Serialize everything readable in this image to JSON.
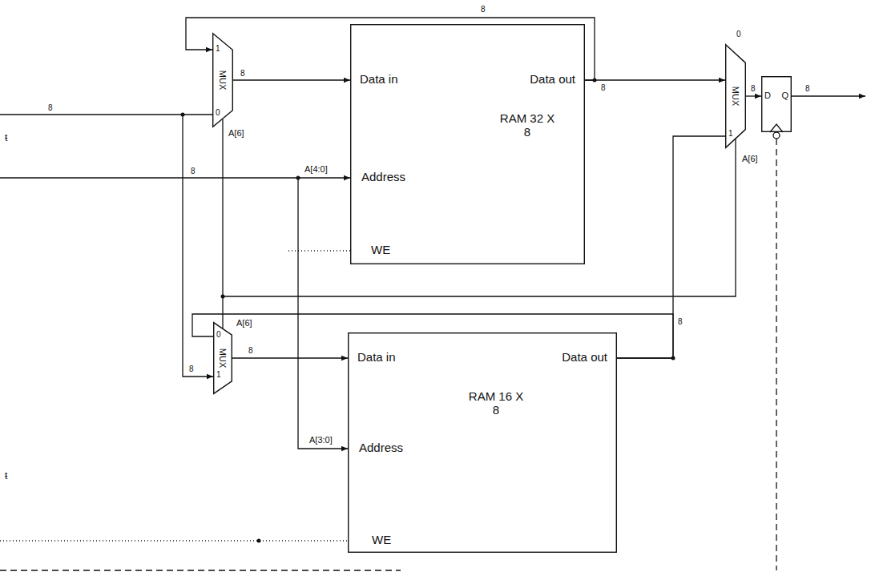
{
  "diagram": {
    "nodes": [
      {
        "text": [
          "1",
          "MUX",
          "0"
        ]
      },
      {
        "text": [
          "Data in",
          "Data out",
          "RAM 32 X 8",
          "Address",
          "WE"
        ]
      },
      {
        "text": [
          "0",
          "MUX",
          "1"
        ]
      },
      {
        "text": [
          "D",
          "Q"
        ]
      },
      {
        "text": [
          "0",
          "MUX",
          "1"
        ]
      },
      {
        "text": [
          "Data in",
          "Data out",
          "RAM 16 X 8",
          "Address",
          "WE"
        ]
      }
    ],
    "edges": [
      {
        "from": 0,
        "to": 1,
        "arrow": "to",
        "label": "8"
      },
      {
        "from": 1,
        "to": 0,
        "arrow": "to",
        "label": "8"
      },
      {
        "from": 1,
        "to": 2,
        "arrow": "to",
        "label": "8"
      },
      {
        "from": 2,
        "to": 3,
        "arrow": "to",
        "label": "8"
      },
      {
        "from": 4,
        "to": 5,
        "arrow": "to",
        "label": "8"
      },
      {
        "from": 5,
        "to": 2,
        "arrow": "none"
      },
      {
        "from": 5,
        "to": 4,
        "arrow": "none",
        "label": "8"
      }
    ],
    "labels": [
      "8",
      "ŧ",
      "8",
      "A[4:0]",
      "A[6]",
      "A[6]",
      "8",
      "A[6]",
      "8",
      "A[3:0]",
      "ŧ"
    ]
  }
}
